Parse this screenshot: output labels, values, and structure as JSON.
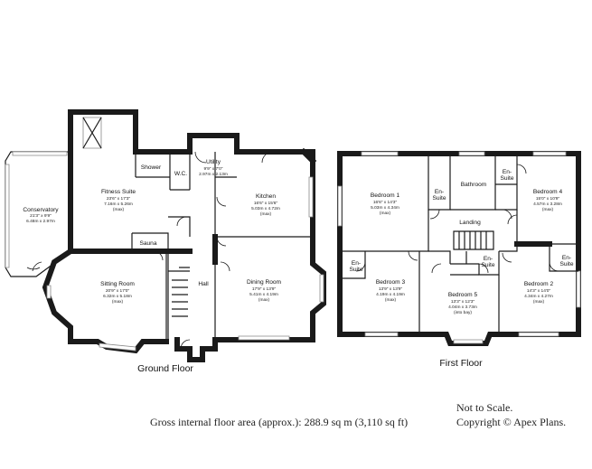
{
  "ground_floor": {
    "label": "Ground Floor",
    "rooms": [
      {
        "id": "conservatory",
        "name": "Conservatory",
        "dims": [
          "21'3\" x 9'9\"",
          "6.48m x 2.97m"
        ]
      },
      {
        "id": "fitness",
        "name": "Fitness Suite",
        "dims": [
          "23'6\" x 17'3\"",
          "7.16m x 5.26m",
          "(max)"
        ]
      },
      {
        "id": "shower",
        "name": "Shower",
        "dims": []
      },
      {
        "id": "wc",
        "name": "W.C.",
        "dims": []
      },
      {
        "id": "utility",
        "name": "Utility",
        "dims": [
          "9'9\" x 7'0\"",
          "2.97m x 2.13m"
        ]
      },
      {
        "id": "kitchen",
        "name": "Kitchen",
        "dims": [
          "16'6\" x 15'6\"",
          "5.03m x 4.72m",
          "(max)"
        ]
      },
      {
        "id": "sauna",
        "name": "Sauna",
        "dims": []
      },
      {
        "id": "sitting",
        "name": "Sitting Room",
        "dims": [
          "20'9\" x 17'0\"",
          "6.32m x 5.18m",
          "(max)"
        ]
      },
      {
        "id": "hall",
        "name": "Hall",
        "dims": []
      },
      {
        "id": "dining",
        "name": "Dining Room",
        "dims": [
          "17'9\" x 13'9\"",
          "5.41m x 4.19m",
          "(max)"
        ]
      }
    ]
  },
  "first_floor": {
    "label": "First Floor",
    "rooms": [
      {
        "id": "bed1",
        "name": "Bedroom 1",
        "dims": [
          "16'6\" x 14'3\"",
          "5.03m x 4.34m",
          "(max)"
        ]
      },
      {
        "id": "ensuite1",
        "name": "En-\nSuite",
        "dims": []
      },
      {
        "id": "bathroom",
        "name": "Bathroom",
        "dims": []
      },
      {
        "id": "ensuite4",
        "name": "En-\nSuite",
        "dims": []
      },
      {
        "id": "bed4",
        "name": "Bedroom 4",
        "dims": [
          "15'0\" x 10'9\"",
          "4.57m x 3.28m",
          "(max)"
        ]
      },
      {
        "id": "landing",
        "name": "Landing",
        "dims": []
      },
      {
        "id": "ensuite3",
        "name": "En-\nSuite",
        "dims": []
      },
      {
        "id": "bed3",
        "name": "Bedroom 3",
        "dims": [
          "13'9\" x 13'9\"",
          "4.19m x 4.19m",
          "(max)"
        ]
      },
      {
        "id": "ensuite5",
        "name": "En-\nSuite",
        "dims": []
      },
      {
        "id": "bed5",
        "name": "Bedroom 5",
        "dims": [
          "13'3\" x 12'3\"",
          "4.04m x 3.73m",
          "(into bay)"
        ]
      },
      {
        "id": "bed2",
        "name": "Bedroom 2",
        "dims": [
          "14'3\" x 14'0\"",
          "4.34m x 4.27m",
          "(max)"
        ]
      },
      {
        "id": "ensuite2",
        "name": "En-\nSuite",
        "dims": []
      }
    ]
  },
  "footer": {
    "not_to_scale": "Not to Scale.",
    "area": "Gross internal floor area (approx.): 288.9 sq m (3,110 sq ft)",
    "copyright": "Copyright © Apex Plans."
  }
}
